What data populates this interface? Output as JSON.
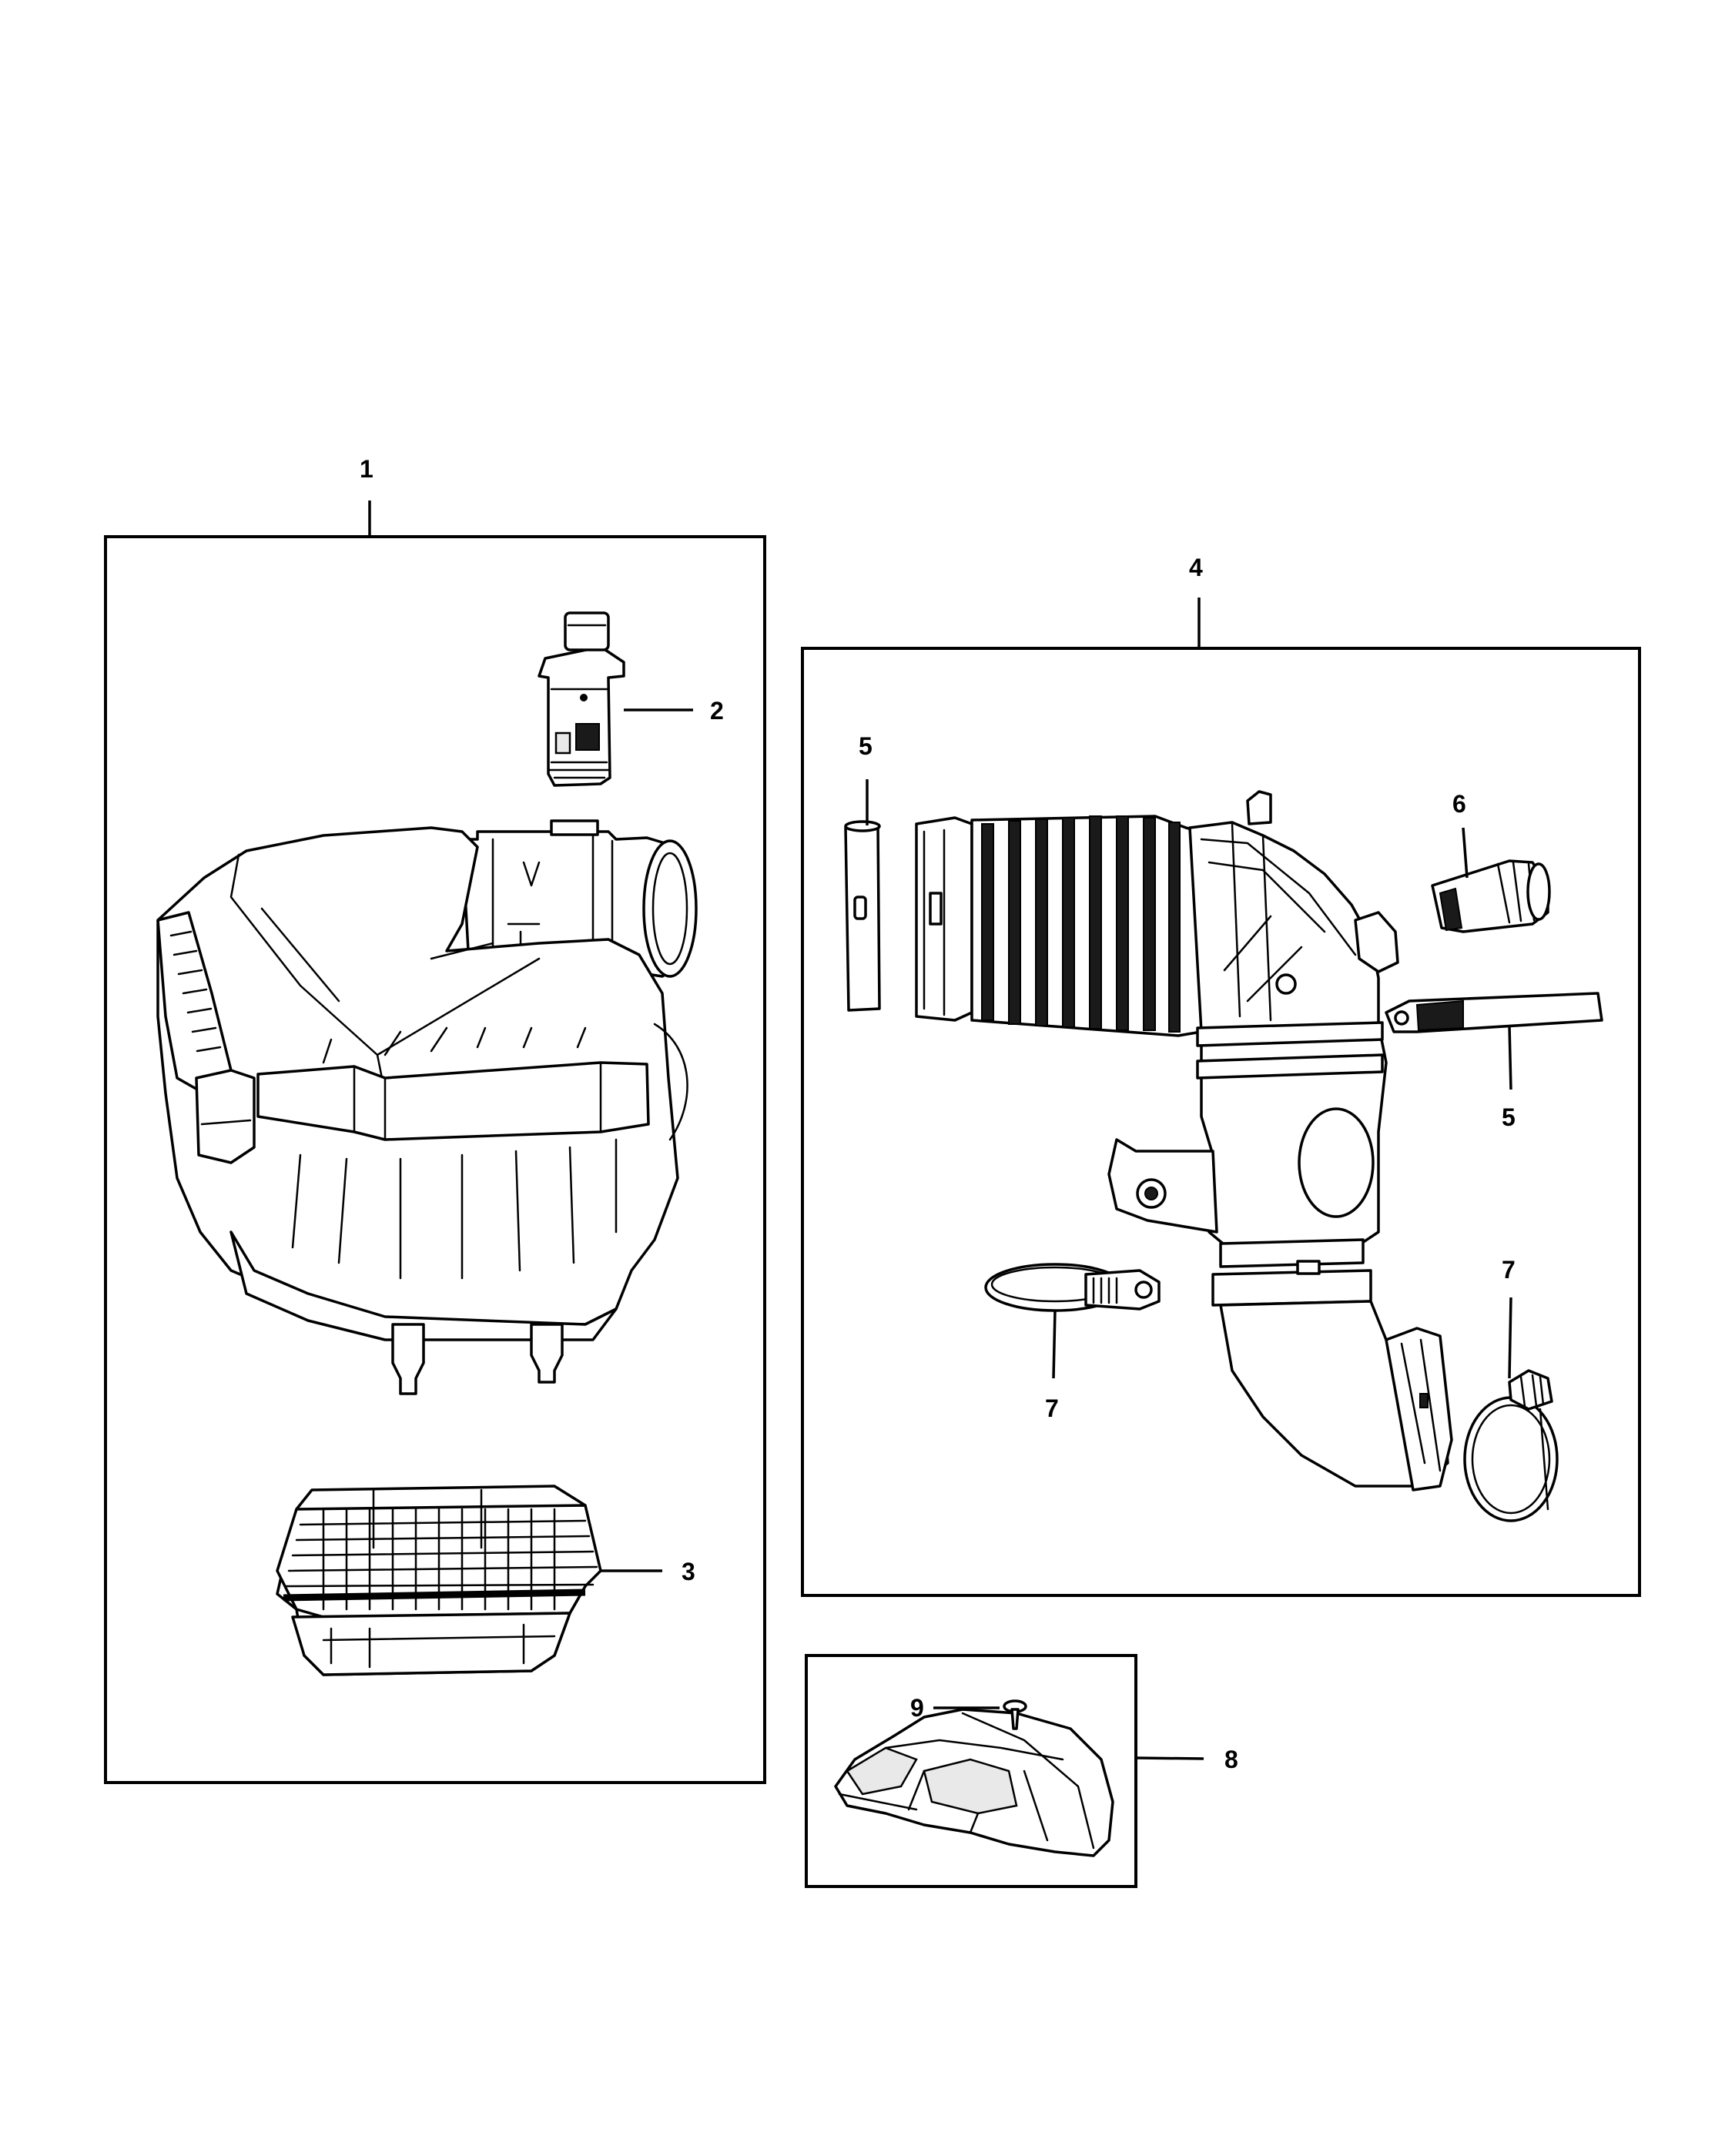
{
  "callouts": {
    "c1": "1",
    "c2": "2",
    "c3": "3",
    "c4": "4",
    "c5a": "5",
    "c5b": "5",
    "c6": "6",
    "c7a": "7",
    "c7b": "7",
    "c8": "8",
    "c9": "9"
  },
  "parts": [
    {
      "callout": "1",
      "icon": "air-cleaner-assembly-icon"
    },
    {
      "callout": "2",
      "icon": "mass-airflow-sensor-icon"
    },
    {
      "callout": "3",
      "icon": "air-filter-element-icon"
    },
    {
      "callout": "4",
      "icon": "air-inlet-duct-icon"
    },
    {
      "callout": "5",
      "icon": "hose-clamp-band-icon"
    },
    {
      "callout": "6",
      "icon": "hose-connector-fitting-icon"
    },
    {
      "callout": "7",
      "icon": "worm-gear-clamp-icon"
    },
    {
      "callout": "8",
      "icon": "air-intake-scoop-icon"
    },
    {
      "callout": "9",
      "icon": "push-pin-retainer-icon"
    }
  ],
  "colors": {
    "line": "#000000",
    "background": "#ffffff"
  }
}
